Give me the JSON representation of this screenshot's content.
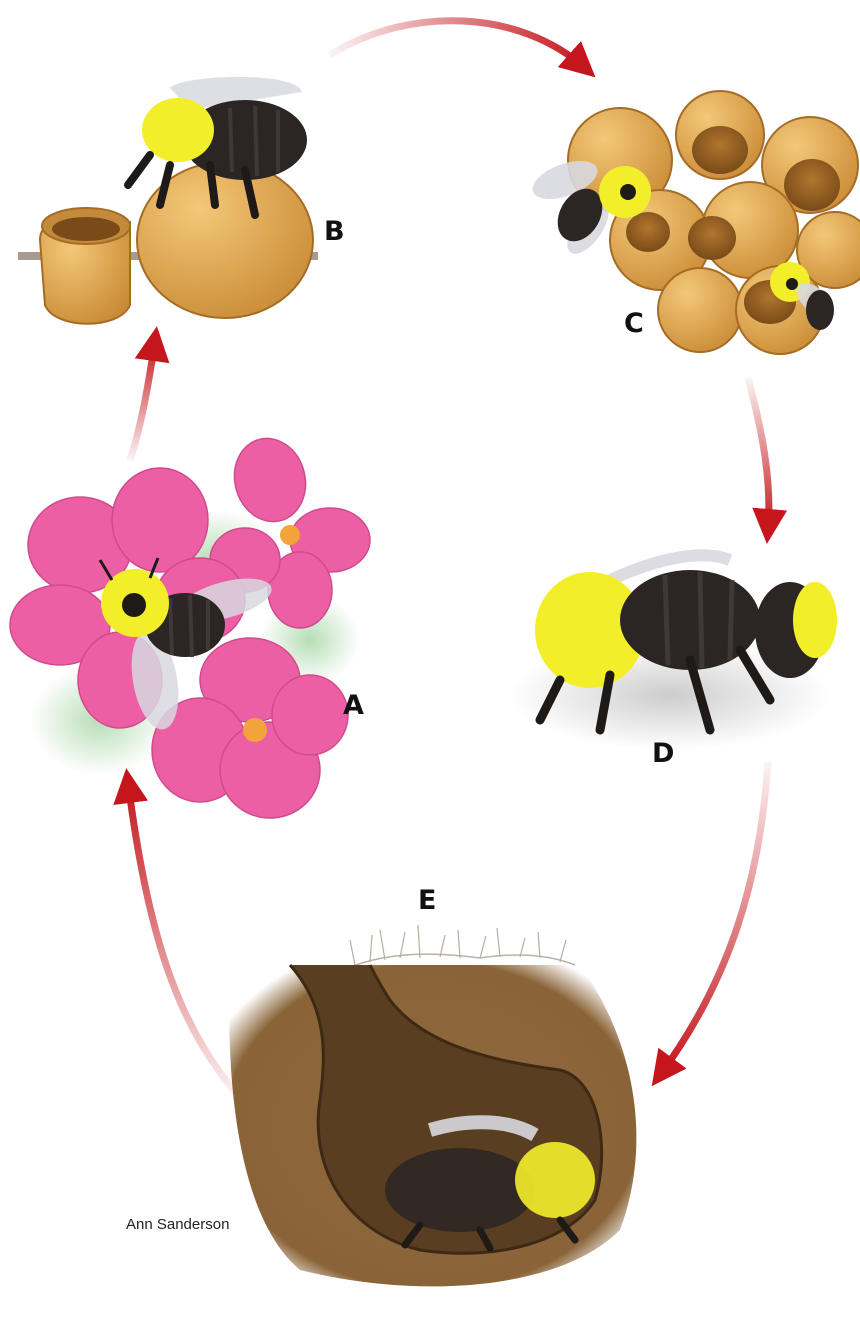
{
  "labels": {
    "a": "A",
    "b": "B",
    "c": "C",
    "d": "D",
    "e": "E"
  },
  "credit": "Ann Sanderson",
  "colors": {
    "arrow": "#c4161c",
    "bee_yellow": "#f3ee2a",
    "bee_black": "#2b2624",
    "flower_pink": "#ec5fa4",
    "wax": "#d9a04a",
    "soil": "#8a6438",
    "burrow": "#5a3e22"
  }
}
